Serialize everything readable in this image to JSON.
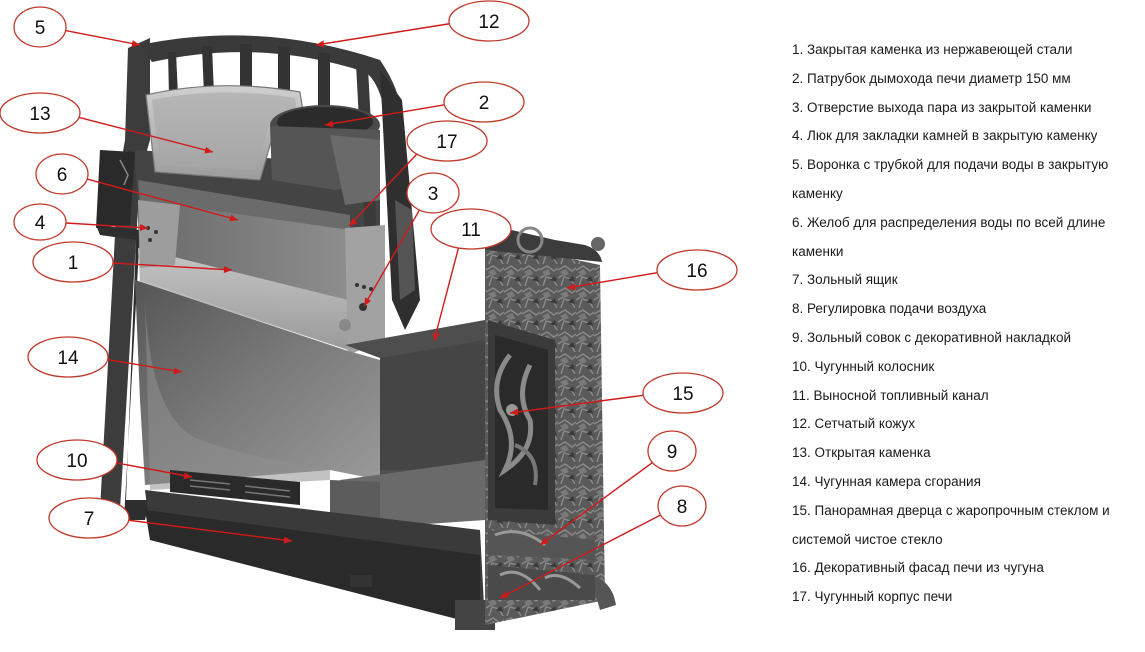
{
  "callouts": [
    {
      "n": "1"
    },
    {
      "n": "2"
    },
    {
      "n": "3"
    },
    {
      "n": "4"
    },
    {
      "n": "5"
    },
    {
      "n": "6"
    },
    {
      "n": "7"
    },
    {
      "n": "8"
    },
    {
      "n": "9"
    },
    {
      "n": "10"
    },
    {
      "n": "11"
    },
    {
      "n": "12"
    },
    {
      "n": "13"
    },
    {
      "n": "14"
    },
    {
      "n": "15"
    },
    {
      "n": "16"
    },
    {
      "n": "17"
    }
  ],
  "legend": [
    "1. Закрытая каменка из нержавеющей стали",
    "2. Патрубок дымохода печи диаметр 150 мм",
    "3. Отверстие выхода пара из закрытой каменки",
    "4. Люк для закладки камней в закрытую каменку",
    "5. Воронка с трубкой для подачи воды в закрытую",
    "каменку",
    "6. Желоб для распределения воды по всей длине",
    "каменки",
    "7. Зольный ящик",
    "8. Регулировка подачи воздуха",
    "9. Зольный совок с декоративной накладкой",
    "10. Чугунный колосник",
    "11. Выносной топливный канал",
    "12. Сетчатый кожух",
    "13. Открытая каменка",
    "14. Чугунная камера сгорания",
    "15. Панорамная дверца с жаропрочным стеклом  и",
    "системой чистое стекло",
    "16. Декоративный фасад печи из чугуна",
    "17. Чугунный корпус печи"
  ],
  "colors": {
    "callout_line": "#d11a1a",
    "callout_ellipse": "#c0392b",
    "metal_dark": "#3a3a3a",
    "metal_mid": "#6e6e6e",
    "metal_light": "#b8b8b8",
    "stone": "#4a4a4a"
  }
}
